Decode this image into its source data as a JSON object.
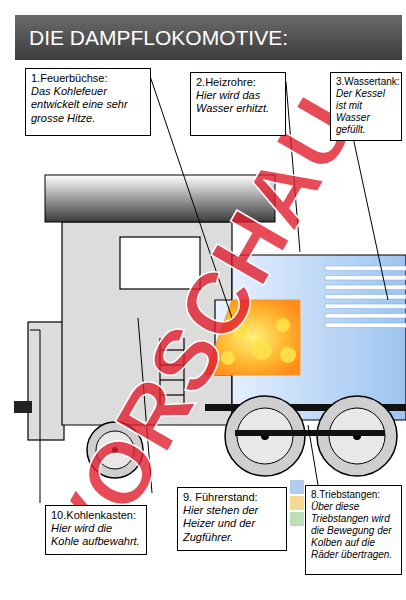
{
  "diagram": {
    "title": "DIE DAMPFLOKOMOTIVE:",
    "nodes": [
      {
        "text": [
          "1.Feuerbüchse:",
          "Das Kohlefeuer entwickelt eine sehr grosse Hitze."
        ]
      },
      {
        "text": [
          "2.Heizrohre:",
          "Hier wird das Wasser erhitzt."
        ]
      },
      {
        "text": [
          "3.Wassertank:",
          "Der Kessel ist mit Wasser gefüllt."
        ]
      },
      {
        "text": [
          "10.Kohlenkasten:",
          "Hier wird die Kohle aufbewahrt."
        ]
      },
      {
        "text": [
          "9. Führerstand:",
          "Hier stehen der Heizer und der Zugführer."
        ]
      },
      {
        "text": [
          "8.Triebstangen:",
          "Über diese Triebstangen wird die Bewegung der Kolben auf die Räder übertragen."
        ]
      }
    ],
    "labels": [
      "VORSCHAU"
    ]
  }
}
